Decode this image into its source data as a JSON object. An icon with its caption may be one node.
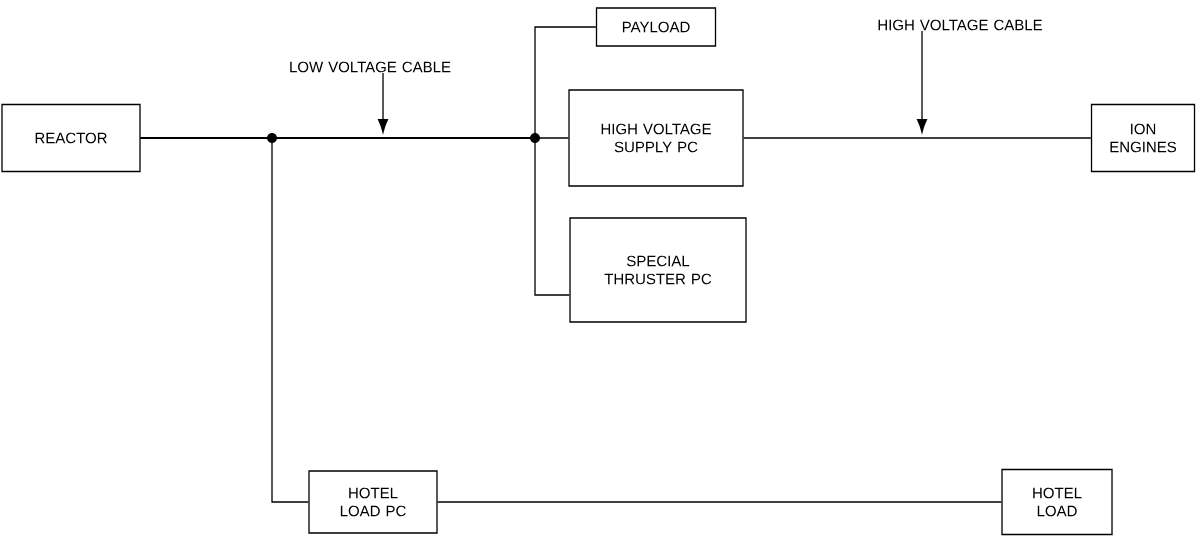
{
  "diagram": {
    "nodes": [
      {
        "text": [
          "REACTOR"
        ]
      },
      {
        "text": [
          "PAYLOAD"
        ]
      },
      {
        "text": [
          "HIGH VOLTAGE SUPPLY PC"
        ]
      },
      {
        "text": [
          "ION ENGINES"
        ]
      },
      {
        "text": [
          "SPECIAL THRUSTER PC"
        ]
      },
      {
        "text": [
          "HOTEL LOAD PC"
        ]
      },
      {
        "text": [
          "HOTEL LOAD"
        ]
      },
      {
        "text": [
          "LOW VOLTAGE CABLE"
        ]
      },
      {
        "text": [
          "HIGH VOLTAGE CABLE"
        ]
      }
    ],
    "edges": [
      {
        "from": 0,
        "to": 1,
        "arrow": "none"
      },
      {
        "from": 0,
        "to": 2,
        "arrow": "none"
      },
      {
        "from": 0,
        "to": 4,
        "arrow": "none"
      },
      {
        "from": 0,
        "to": 5,
        "arrow": "none"
      },
      {
        "from": 2,
        "to": 3,
        "arrow": "none"
      },
      {
        "from": 5,
        "to": 6,
        "arrow": "none"
      },
      {
        "from": 7,
        "to": null,
        "arrow": "to"
      },
      {
        "from": 8,
        "to": null,
        "arrow": "to"
      }
    ]
  }
}
